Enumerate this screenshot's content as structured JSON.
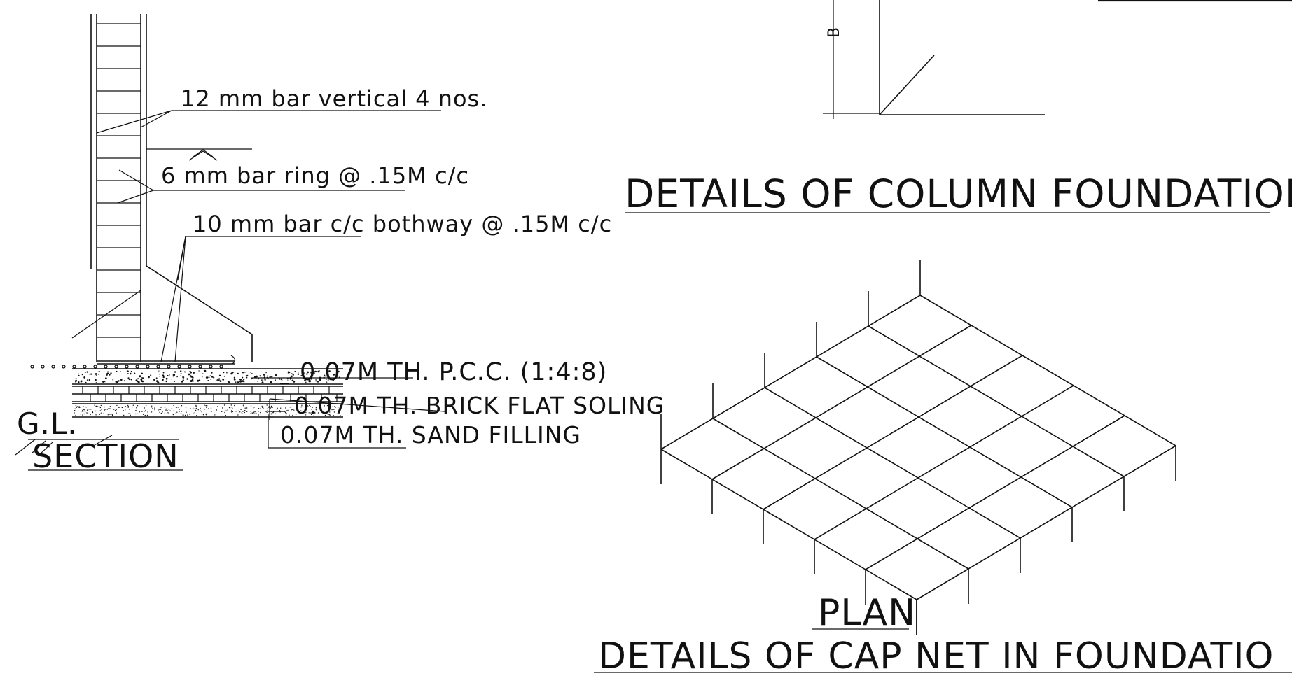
{
  "section_labels": {
    "bar_vertical": "12 mm bar vertical 4 nos.",
    "bar_ring": "6 mm bar ring  @ .15M c/c",
    "bar_bothway": "10 mm bar c/c bothway @ .15M c/c",
    "pcc": "0.07M TH. P.C.C. (1:4:8)",
    "brick": "0.07M TH. BRICK FLAT SOLING",
    "sand": "0.07M TH. SAND FILLING",
    "ground_level": "G.L.",
    "section_title": "SECTION"
  },
  "column_detail": {
    "dimension_label": "B",
    "title": "DETAILS OF COLUMN FOUNDATION"
  },
  "plan": {
    "title": "PLAN",
    "subtitle": "DETAILS OF CAP NET IN FOUNDATIO"
  }
}
